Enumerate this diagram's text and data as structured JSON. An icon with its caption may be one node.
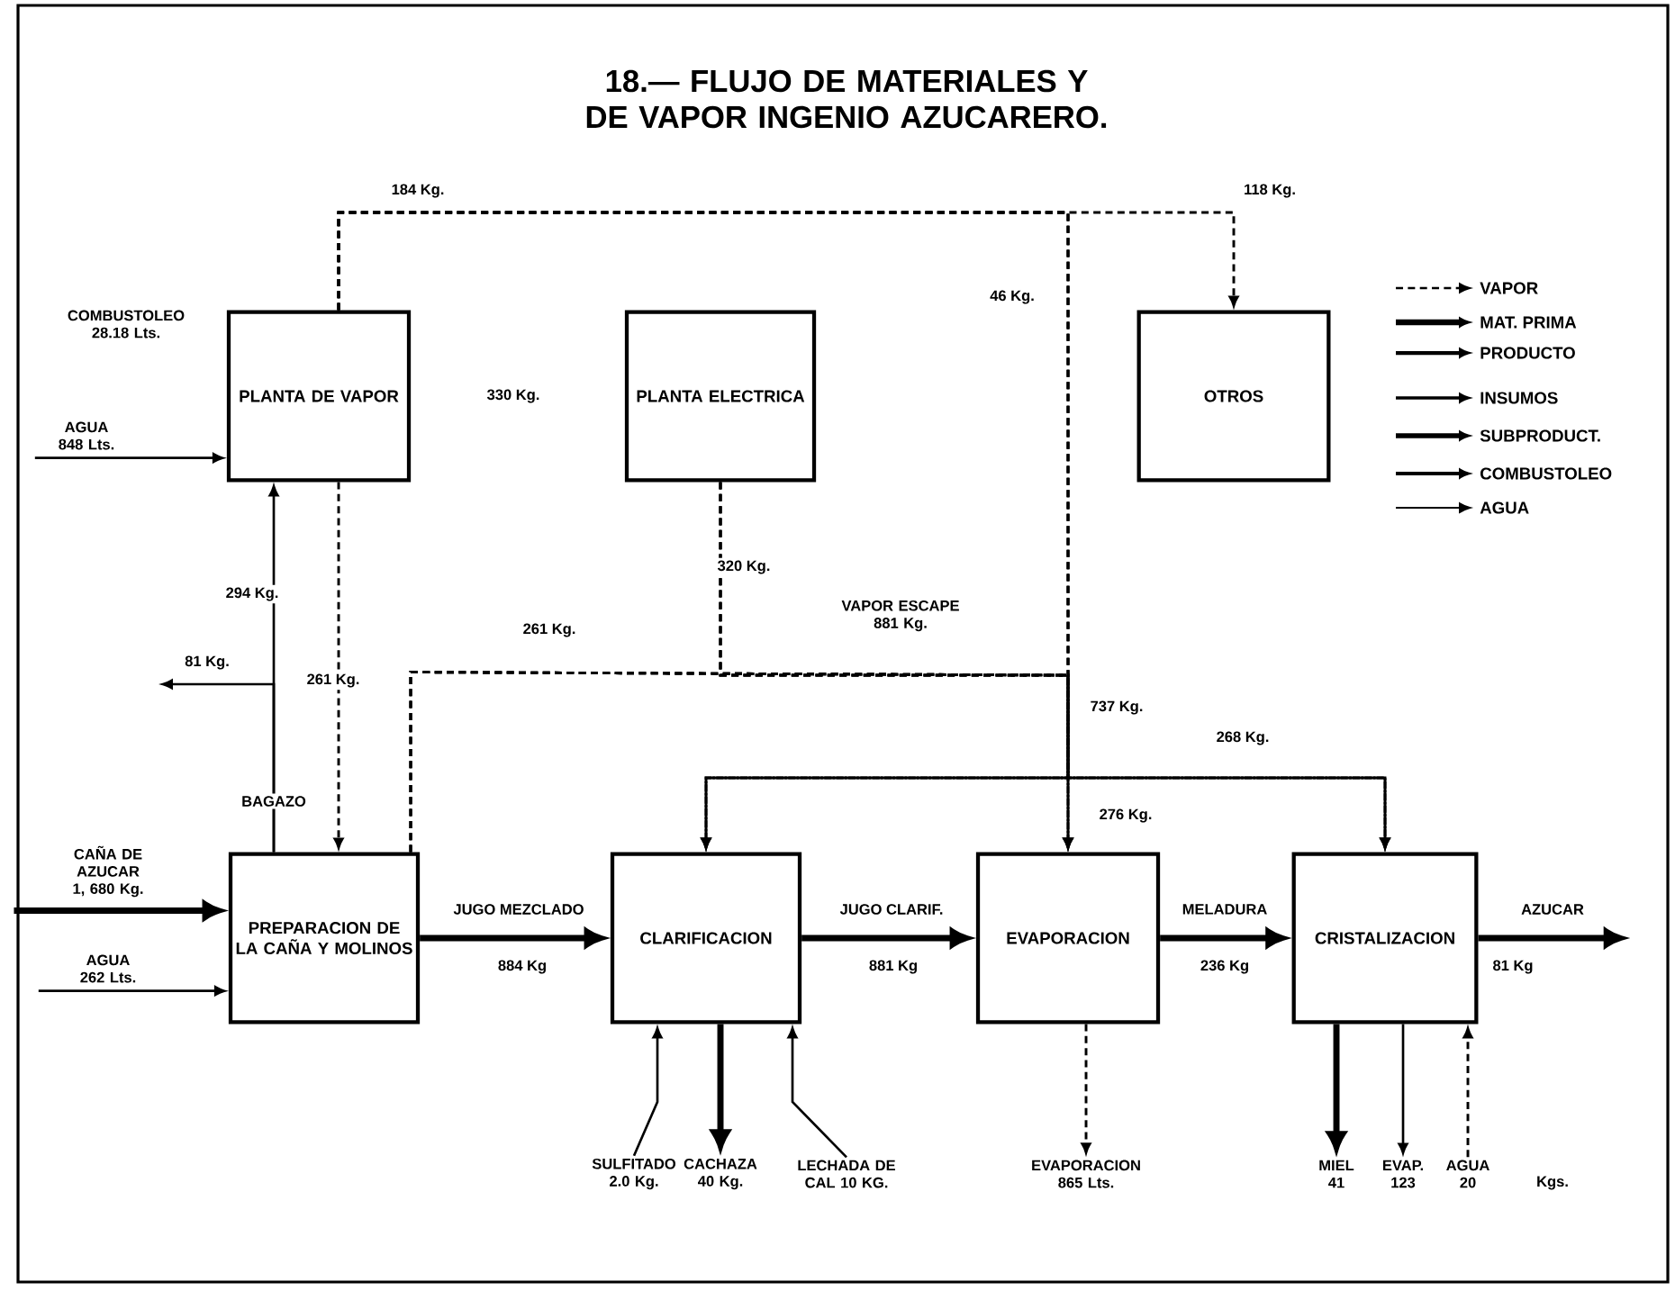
{
  "diagram": {
    "title": "18.— FLUJO DE MATERIALES Y DE VAPOR INGENIO AZUCARERO.",
    "nodes": [
      {
        "text": [
          "PLANTA DE VAPOR"
        ]
      },
      {
        "text": [
          "PLANTA ELECTRICA"
        ]
      },
      {
        "text": [
          "OTROS"
        ]
      },
      {
        "text": [
          "PREPARACION DE LA CAÑA Y MOLINOS"
        ]
      },
      {
        "text": [
          "CLARIFICACION"
        ]
      },
      {
        "text": [
          "EVAPORACION"
        ]
      },
      {
        "text": [
          "CRISTALIZACION"
        ]
      },
      {
        "text": [
          "CAÑA DE AZUCAR 1, 680 Kg."
        ]
      },
      {
        "text": [
          "AGUA 262 Lts."
        ]
      },
      {
        "text": [
          "AGUA 848 Lts."
        ]
      },
      {
        "text": [
          "SULFITADO 2.0 Kg."
        ]
      },
      {
        "text": [
          "CACHAZA 40 Kg."
        ]
      },
      {
        "text": [
          "LECHADA DE CAL 10 KG."
        ]
      },
      {
        "text": [
          "EVAPORACION 865 Lts."
        ]
      },
      {
        "text": [
          "MIEL 41"
        ]
      },
      {
        "text": [
          "EVAP. 123"
        ]
      },
      {
        "text": [
          "AGUA 20"
        ]
      }
    ],
    "edges": [
      {
        "from": 0,
        "to": 2,
        "arrow": "to",
        "style": "dashed",
        "label": "118 Kg."
      },
      {
        "from": 0,
        "to": 4,
        "arrow": "to",
        "style": "dashed"
      },
      {
        "from": 0,
        "to": 5,
        "arrow": "to",
        "style": "dashed"
      },
      {
        "from": 0,
        "to": 6,
        "arrow": "to",
        "style": "dashed"
      },
      {
        "from": 1,
        "to": 4,
        "arrow": "to",
        "style": "dashed"
      },
      {
        "from": 1,
        "to": 5,
        "arrow": "to",
        "style": "dashed"
      },
      {
        "from": 1,
        "to": 6,
        "arrow": "to",
        "style": "dashed"
      },
      {
        "from": 3,
        "to": 4,
        "arrow": "to",
        "style": "dashed"
      },
      {
        "from": 3,
        "to": 5,
        "arrow": "to",
        "style": "dashed"
      },
      {
        "from": 3,
        "to": 6,
        "arrow": "to",
        "style": "dashed"
      },
      {
        "from": 0,
        "to": 3,
        "arrow": "to",
        "style": "dashed"
      },
      {
        "from": 3,
        "to": 0,
        "arrow": "to",
        "label": "BAGAZO"
      },
      {
        "from": 3,
        "to": null,
        "arrow": "to",
        "label": "81 Kg."
      },
      {
        "from": 7,
        "to": 3,
        "arrow": "to",
        "style": "thick"
      },
      {
        "from": 8,
        "to": 3,
        "arrow": "to"
      },
      {
        "from": 9,
        "to": 0,
        "arrow": "to"
      },
      {
        "from": 3,
        "to": 4,
        "arrow": "to",
        "style": "thick",
        "label": "JUGO MEZCLADO"
      },
      {
        "from": 4,
        "to": 5,
        "arrow": "to",
        "style": "thick",
        "label": "JUGO CLARIF."
      },
      {
        "from": 5,
        "to": 6,
        "arrow": "to",
        "style": "thick",
        "label": "MELADURA"
      },
      {
        "from": 6,
        "to": null,
        "arrow": "to",
        "style": "thick",
        "label": "AZUCAR"
      },
      {
        "from": 10,
        "to": 4,
        "arrow": "to"
      },
      {
        "from": 4,
        "to": 11,
        "arrow": "to",
        "style": "thick"
      },
      {
        "from": 12,
        "to": 4,
        "arrow": "to"
      },
      {
        "from": 5,
        "to": 13,
        "arrow": "to",
        "style": "dashed"
      },
      {
        "from": 6,
        "to": 14,
        "arrow": "to",
        "style": "thick"
      },
      {
        "from": 6,
        "to": 15,
        "arrow": "to"
      },
      {
        "from": 16,
        "to": 6,
        "arrow": "to",
        "style": "dashed"
      }
    ],
    "labels": [
      "184 Kg.",
      "COMBUSTOLEO 28.18 Lts.",
      "330 Kg.",
      "46 Kg.",
      "294 Kg.",
      "320 Kg.",
      "261 Kg.",
      "VAPOR ESCAPE 881 Kg.",
      "261 Kg.",
      "737 Kg.",
      "268 Kg.",
      "276 Kg.",
      "884 Kg",
      "881 Kg",
      "236 Kg",
      "81 Kg",
      "Kgs."
    ],
    "legend": [
      {
        "text": "VAPOR"
      },
      {
        "text": "MAT. PRIMA"
      },
      {
        "text": "PRODUCTO"
      },
      {
        "text": "INSUMOS"
      },
      {
        "text": "SUBPRODUCT."
      },
      {
        "text": "COMBUSTOLEO"
      },
      {
        "text": "AGUA"
      }
    ]
  }
}
